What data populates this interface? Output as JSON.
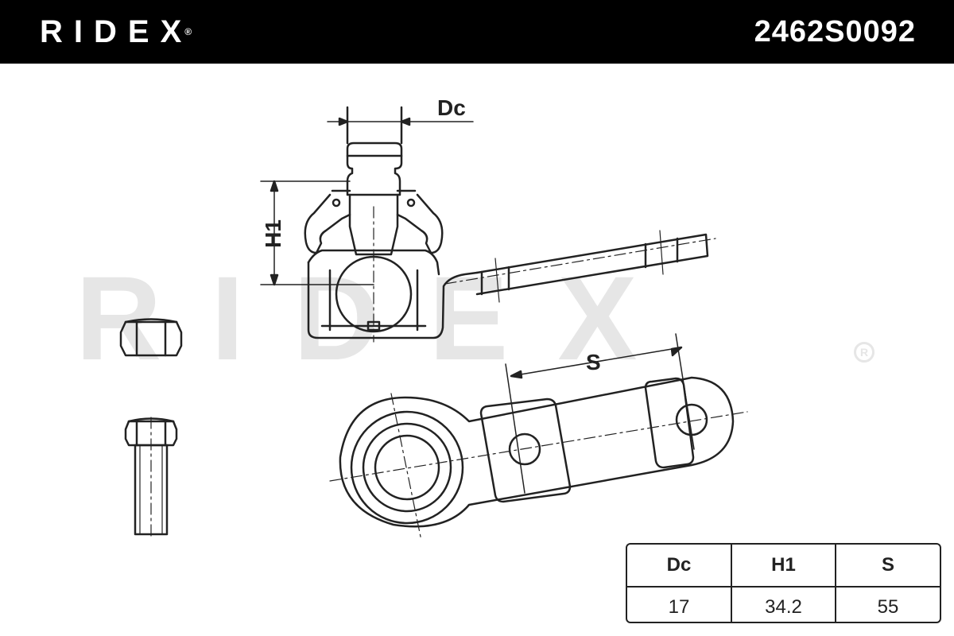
{
  "header": {
    "brand": "RIDEX",
    "part_number": "2462S0092"
  },
  "watermark": {
    "text": "RIDEX"
  },
  "dimensions": {
    "dc_label": "Dc",
    "h1_label": "H1",
    "s_label": "S"
  },
  "specs_table": {
    "headers": [
      "Dc",
      "H1",
      "S"
    ],
    "values": [
      "17",
      "34.2",
      "55"
    ]
  },
  "colors": {
    "header_bg": "#000000",
    "header_text": "#ffffff",
    "line": "#222222",
    "watermark": "#e6e6e6"
  }
}
